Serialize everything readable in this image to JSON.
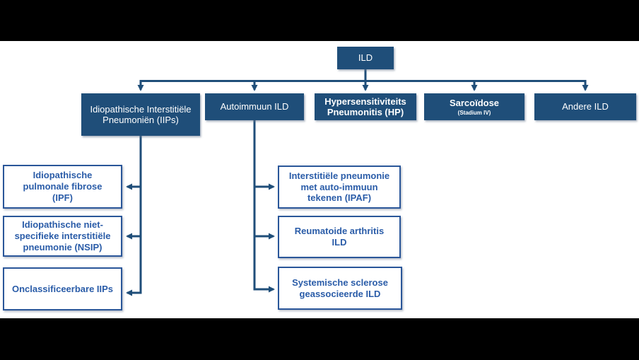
{
  "colors": {
    "node_fill": "#1F4E79",
    "node_text": "#FFFFFF",
    "leaf_border": "#2A5699",
    "leaf_text": "#2A5CA8",
    "connector": "#1F4E79",
    "letterbox": "#000000"
  },
  "root": {
    "label": "ILD"
  },
  "level2": [
    {
      "label": "Idiopathische Interstitiële\nPneumoniën (IIPs)"
    },
    {
      "label": "Autoimmuun ILD"
    },
    {
      "label": "Hypersensitiviteits\nPneumonitis (HP)"
    },
    {
      "label": "Sarcoïdose",
      "sublabel": "(Stadium IV)"
    },
    {
      "label": "Andere ILD"
    }
  ],
  "iips_children": [
    {
      "label": "Idiopathische\npulmonale fibrose\n(IPF)"
    },
    {
      "label": "Idiopathische niet-\nspecifieke interstitiële\npneumonie (NSIP)"
    },
    {
      "label": "Onclassificeerbare IIPs"
    }
  ],
  "autoimmuun_children": [
    {
      "label": "Interstitiële pneumonie\nmet auto-immuun\ntekenen (IPAF)"
    },
    {
      "label": "Reumatoide arthritis\nILD"
    },
    {
      "label": "Systemische sclerose\ngeassocieerde ILD"
    }
  ]
}
